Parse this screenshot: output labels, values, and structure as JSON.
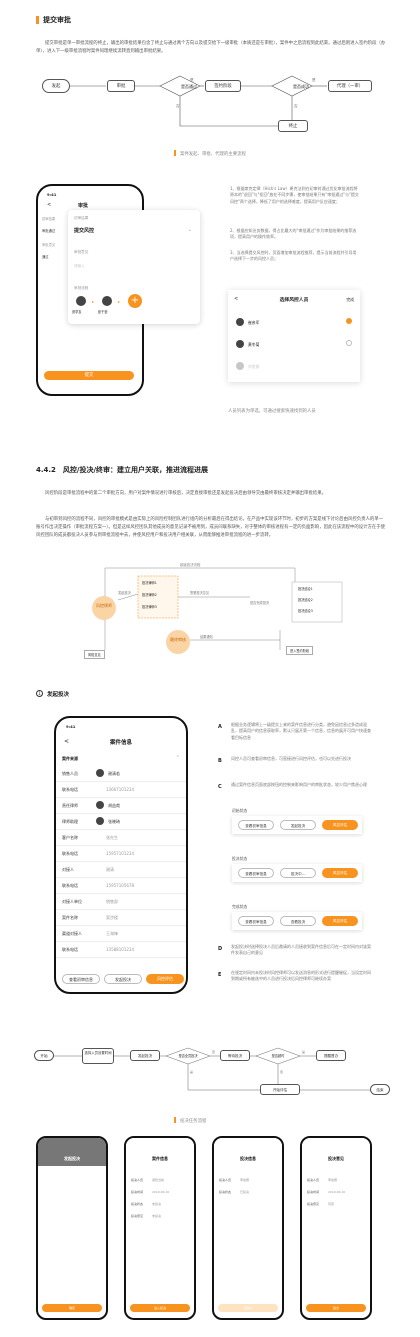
{
  "section1": {
    "title": "提交审批",
    "para": "提交审批是单一审批流程的终止，输出的审批结果包含了终止与通过两个方向以及提交给下一级审批（本质还是在审批），案件中之后流程到此结束。通过后则进入签约阶段（办单），进入下一级审批流程时案件同理继续流转直到输出审批结果。",
    "flow": {
      "start": "发起",
      "approve1": "审批",
      "decision1": "是否通过",
      "yes": "是",
      "no": "否",
      "sign": "签约阶段",
      "decision2": "是否成功",
      "agent": "代理（一审）",
      "end": "终止"
    },
    "caption": "案件发起、审批、代理的主要流程"
  },
  "section2": {
    "phone": {
      "time": "9:41",
      "back": "<",
      "title": "审批",
      "tab_labels": [
        "初审结果",
        "审批通过",
        "审批意见",
        "通过"
      ],
      "card_head": "初审结果",
      "card_value": "提交风控",
      "opinion_label": "审批意见",
      "opinion_placeholder": "请输入",
      "flow_label": "审批流程",
      "users": [
        "张学友",
        "彭于晏"
      ],
      "submit": "提交"
    },
    "notes": [
      "1、根据席克定律（Hick's Law）希克法则在初审时通过优化审批流程将原本的\"退回\"与\"拒回\"放在不同步骤，使审批结果只有\"审批通过\"与\"提交风控\"两个选择，降低了用户的选择难度，提高用户反应速度；",
      "2、根据应知业务数据，得占比最大的\"审批通过\"作为审批结果的推荐选项，提高用户的操作效率。",
      "3、当选择提交风控时，页面增加审批流程推荐，提示当前流程并引导用户选择下一步的风控人员；"
    ],
    "picker": {
      "back": "<",
      "title": "选择风控人员",
      "done": "完成",
      "people": [
        "崔彦军",
        "黄冬菊",
        "李俊娜"
      ],
      "caption": "人员列表为单选，可通过搜索快速找到的人员"
    }
  },
  "section3": {
    "title": "4.4.2　风控/投决/终审：建立用户关联，推进流程进展",
    "para1": "风控阶段是审批流程中的第二个审批方向，用户对案件情况进行审核后，决定直接审批还是发起投决后由领导交由最终审核决定并输出审批结果。",
    "para2": "与初审到风控的流程不同，风控的审批模式是由实际上的风险控制团队进行组内的分析最后在得出结论。在产品中实现该环节时，初步的方案是线下讨论后由风控负责人的单一账号作出决定操作（审批流程方案一）。但是这样风控团队其他成员的意见记录不被用到，成员间联系缺失，对于整体的审核进程有一定的负面影响，因此在该流程中的设计方在于使风控团队的成员都投决人员参与到审批流程中去，并使风控用户和投决用户相关联，从而能够推进审批流程的进一步流转。",
    "diagram": {
      "top": "超级投决流程",
      "center": "风控律师",
      "launch": "发起投决",
      "reject": "反馈",
      "approve": "审批",
      "vote": [
        "投决律师1",
        "投决律师2",
        "投决律师3"
      ],
      "cmt": "签署投决意见",
      "decisions": [
        "投决结论1",
        "投决结论2",
        "投决结论3"
      ],
      "final": "最终审核",
      "final_center": "最终审核",
      "sub": "提交终审",
      "notify": "结果通知",
      "sign": "进入签约阶段",
      "vote_flag": "是否完成投决",
      "risk_note": "风险意见"
    }
  },
  "section4": {
    "title": "发起投决",
    "phone": {
      "time": "9:41",
      "back": "<",
      "title": "案件信息",
      "source_label": "案件来源",
      "fields": [
        [
          "销售人员",
          "谢清若"
        ],
        [
          "联系电话",
          "13667101234"
        ],
        [
          "责任律师",
          "胡益哉"
        ],
        [
          "律师助理",
          "张晓琦"
        ],
        [
          "客户名称",
          "张先生"
        ],
        [
          "联系电话",
          "15957101234"
        ],
        [
          "对接人",
          "谢清"
        ],
        [
          "联系电话",
          "15957105678"
        ],
        [
          "对接人单位",
          "销售部"
        ],
        [
          "案件名称",
          "案涉楼"
        ],
        [
          "渠道对接人",
          "王海锋"
        ],
        [
          "联系电话",
          "13588101234"
        ]
      ],
      "buttons": [
        "查看初审信息",
        "发起投决",
        "风控评估"
      ]
    },
    "notes": {
      "A": "根据业务逻辑将上一级提交上来的案件信息进行分类，避免因信息过多造成混乱，提高用户的信息获取率，默认只展开第一个信息，信息的展开可用户快速查看目标信息",
      "B": "风控人员可查看初审信息，可直接进行风控评估，也可以先进行投决",
      "C": "通过案件信息页面底部按钮的控制来影响用户的审批状态，较少用户焦虑心理",
      "states": [
        "初始状态",
        "投决状态",
        "完成状态"
      ],
      "state_buttons": [
        [
          "查看初审信息",
          "发起投决",
          "风控评估"
        ],
        [
          "查看初审信息",
          "投决中...",
          "风控评估"
        ],
        [
          "查看初审信息",
          "查看投决",
          "风控评估"
        ]
      ],
      "D": "发起投决时选择投决人员后邀请的人员接收到案件信息后可在一定时间内对该案件发表自己的意见",
      "E": "在规定时间内未投决时风控律师可以发送消息的形式进行提醒催促，当设定时间到期或所有被选中的人员进行投决后风控律师可继续办案"
    },
    "flow": {
      "start": "开始",
      "pick": "选择入员设置时间",
      "launch": "发起投决",
      "decide": "是否全员投决",
      "wait": "等待投决",
      "timeout": "是否超时",
      "remind": "提醒督办",
      "eval": "开始评估",
      "end": "结束",
      "yes": "是",
      "no": "否"
    },
    "caption": "投决任务流程"
  },
  "minis": [
    {
      "title": "发起投决",
      "btn": "确定",
      "rows": []
    },
    {
      "title": "案件信息",
      "btn": "进入投决",
      "rows": [
        [
          "投决人员",
          "通知当前"
        ],
        [
          "投决时间",
          "2019.06.20"
        ],
        [
          "投决状态",
          "未投决"
        ],
        [
          "投决意见",
          "未投决"
        ]
      ]
    },
    {
      "title": "投决信息",
      "btn": "已投决",
      "rows": [
        [
          "投决人员",
          "李俊娜"
        ],
        [
          "投决状态",
          "已投决"
        ]
      ]
    },
    {
      "title": "投决意见",
      "btn": "提交",
      "rows": [
        [
          "投决人员",
          "李俊娜"
        ],
        [
          "投决时间",
          "2019.06.20"
        ],
        [
          "投决意见",
          "同意"
        ]
      ]
    }
  ],
  "colors": {
    "accent": "#f7931e",
    "text": "#222222",
    "muted": "#888888"
  }
}
